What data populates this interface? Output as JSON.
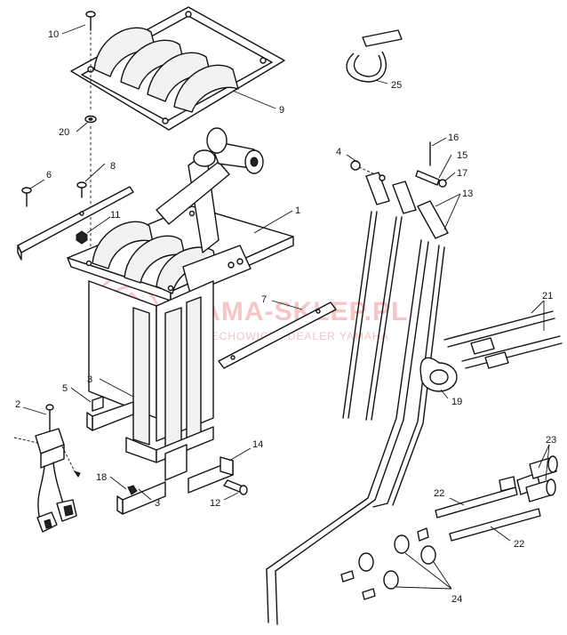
{
  "diagram": {
    "callouts": [
      {
        "id": "c1",
        "label": "1"
      },
      {
        "id": "c2",
        "label": "2"
      },
      {
        "id": "c3a",
        "label": "3"
      },
      {
        "id": "c3b",
        "label": "3"
      },
      {
        "id": "c4",
        "label": "4"
      },
      {
        "id": "c5",
        "label": "5"
      },
      {
        "id": "c6",
        "label": "6"
      },
      {
        "id": "c7",
        "label": "7"
      },
      {
        "id": "c8",
        "label": "8"
      },
      {
        "id": "c9",
        "label": "9"
      },
      {
        "id": "c10",
        "label": "10"
      },
      {
        "id": "c11",
        "label": "11"
      },
      {
        "id": "c12",
        "label": "12"
      },
      {
        "id": "c13",
        "label": "13"
      },
      {
        "id": "c14",
        "label": "14"
      },
      {
        "id": "c15",
        "label": "15"
      },
      {
        "id": "c16",
        "label": "16"
      },
      {
        "id": "c17",
        "label": "17"
      },
      {
        "id": "c18",
        "label": "18"
      },
      {
        "id": "c19",
        "label": "19"
      },
      {
        "id": "c20",
        "label": "20"
      },
      {
        "id": "c21",
        "label": "21"
      },
      {
        "id": "c22a",
        "label": "22"
      },
      {
        "id": "c22b",
        "label": "22"
      },
      {
        "id": "c23",
        "label": "23"
      },
      {
        "id": "c24",
        "label": "24"
      },
      {
        "id": "c25",
        "label": "25"
      }
    ]
  },
  "watermark": {
    "title": "YAMA-SKLEP.PL",
    "subtitle": "UCIECHOWICZ | DEALER YAMAHA",
    "color": "#f4b4b4"
  }
}
